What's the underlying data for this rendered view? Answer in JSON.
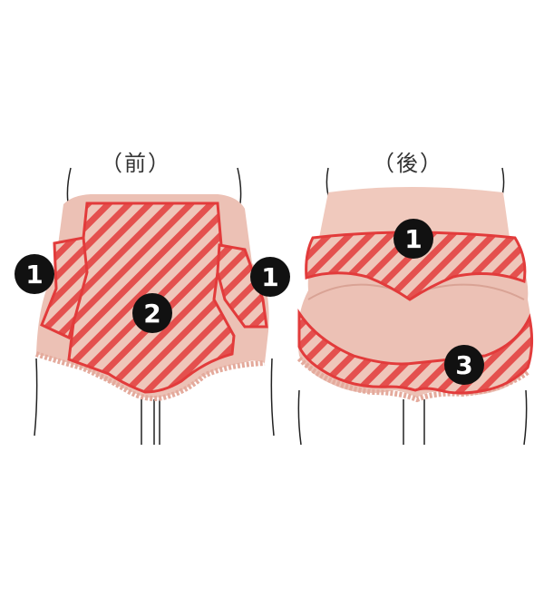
{
  "views": {
    "front": {
      "label": "（前）"
    },
    "back": {
      "label": "（後）"
    }
  },
  "badges": {
    "front_left": "1",
    "front_center": "2",
    "front_right": "1",
    "back_top": "1",
    "back_bottom": "3"
  },
  "colors": {
    "fabric": "#ecc1b5",
    "fabric_light": "#f3d0c6",
    "fabric_shadow": "#d9a395",
    "zone_stroke": "#e23b3b",
    "zone_hatch": "#e23b3b",
    "badge_fill": "#111111",
    "badge_text": "#ffffff"
  }
}
